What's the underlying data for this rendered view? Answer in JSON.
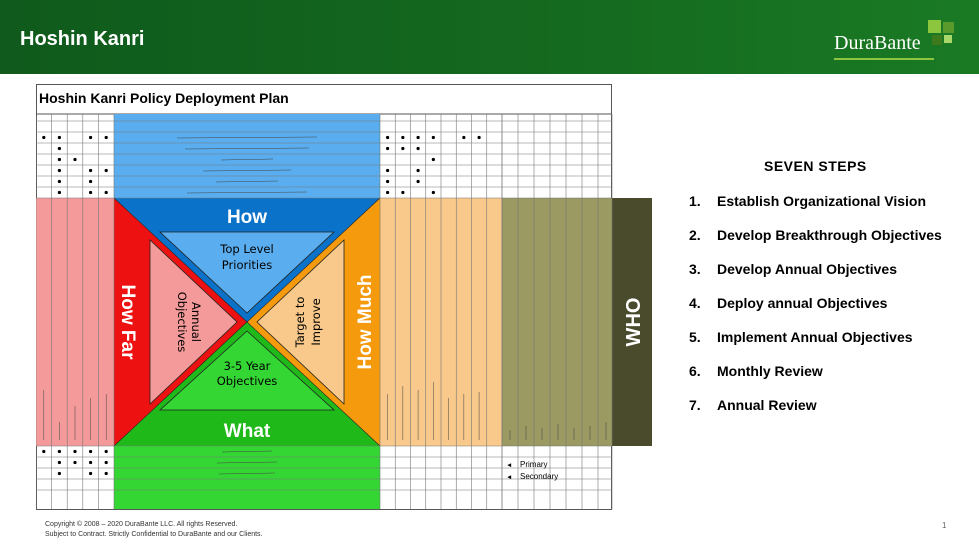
{
  "header": {
    "title": "Hoshin Kanri",
    "logo_text": "DuraBante",
    "colors": {
      "background": "#14691f",
      "logo_accent": "#8cc63f"
    }
  },
  "diagram": {
    "title": "Hoshin Kanri Policy Deployment Plan",
    "labels": {
      "how": "How",
      "what": "What",
      "how_far": "How Far",
      "how_much": "How Much",
      "who": "WHO"
    },
    "triangles": {
      "top": [
        "Top Level",
        "Priorities"
      ],
      "bottom": [
        "3-5 Year",
        "Objectives"
      ],
      "left": [
        "Annual",
        "Objectives"
      ],
      "right": [
        "Target to",
        "Improve"
      ]
    },
    "legend": {
      "primary": "Primary",
      "secondary": "Secondary"
    },
    "colors": {
      "how": "#0b72c9",
      "how_light": "#5aaef0",
      "what": "#1fba1a",
      "what_light": "#34d634",
      "how_far": "#ee1111",
      "how_far_light": "#f59a9a",
      "how_much": "#f59a0c",
      "how_much_light": "#f8c98a",
      "who": "#4a4a2c",
      "who_light": "#9a9a62"
    }
  },
  "steps": {
    "heading": "SEVEN  STEPS",
    "items": [
      {
        "num": "1.",
        "label": "Establish Organizational Vision"
      },
      {
        "num": "2.",
        "label": "Develop Breakthrough Objectives"
      },
      {
        "num": "3.",
        "label": "Develop Annual Objectives"
      },
      {
        "num": "4.",
        "label": "Deploy annual Objectives"
      },
      {
        "num": "5.",
        "label": "Implement Annual Objectives"
      },
      {
        "num": "6.",
        "label": "Monthly Review"
      },
      {
        "num": "7.",
        "label": "Annual Review"
      }
    ]
  },
  "footer": {
    "copyright": "Copyright © 2008 – 2020 DuraBante LLC.  All rights Reserved.",
    "confidential": "Subject to Contract. Strictly Confidential to DuraBante and our Clients.",
    "page_number": "1"
  }
}
